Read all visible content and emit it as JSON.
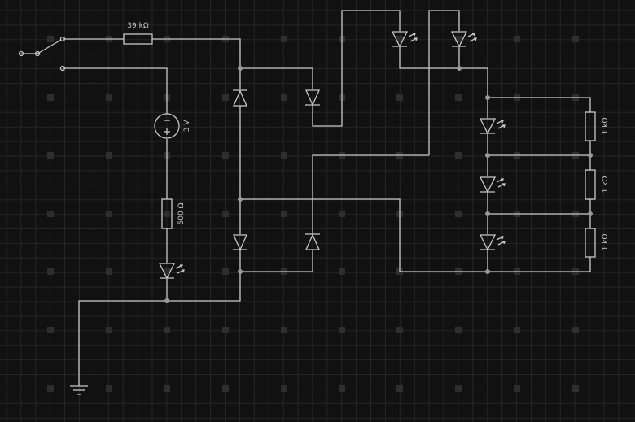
{
  "labels": {
    "r_top": "39 kΩ",
    "r_mid": "500 Ω",
    "r_load_1": "1 kΩ",
    "r_load_2": "1 kΩ",
    "r_load_3": "1 kΩ",
    "source": "3 V"
  },
  "colors": {
    "background": "#111111",
    "wire": "#c8c8c8",
    "grid": "#262626"
  }
}
